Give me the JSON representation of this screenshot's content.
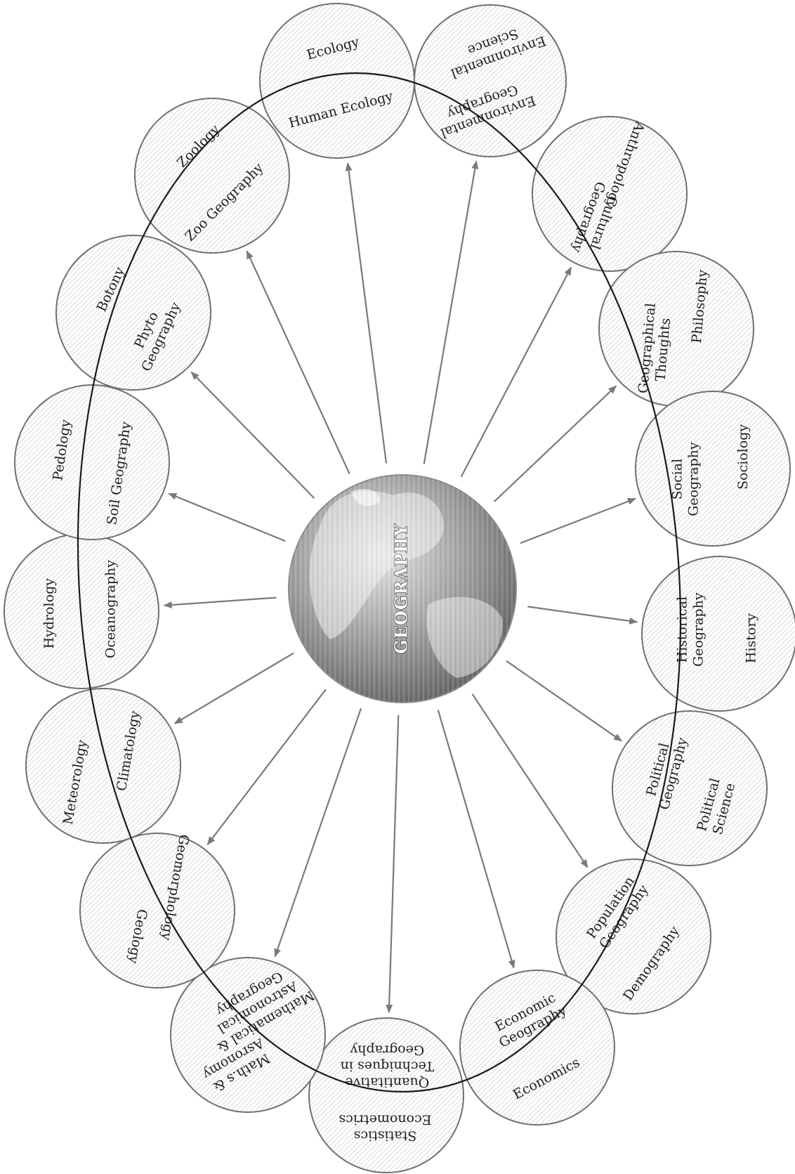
{
  "diagram": {
    "center_label": "GEOGRAPHY",
    "colors": {
      "circle_stroke": "#707070",
      "hatch": "#bdbdbd",
      "arrow": "#7a7a7a",
      "ellipse": "#1a1a1a"
    },
    "nodes": [
      {
        "id": "ecology",
        "outer": "Ecology",
        "inner": "Human Ecology"
      },
      {
        "id": "environmental",
        "outer": "Environmental Science",
        "inner": "Environmental Geography"
      },
      {
        "id": "anthropology",
        "outer": "Anthropology",
        "inner": "Cultural Geography"
      },
      {
        "id": "philosophy",
        "outer": "Philosophy",
        "inner": "Geographical Thoughts"
      },
      {
        "id": "sociology",
        "outer": "Sociology",
        "inner": "Social Geography"
      },
      {
        "id": "history",
        "outer": "History",
        "inner": "Historical Geography"
      },
      {
        "id": "political",
        "outer": "Political Science",
        "inner": "Political Geography"
      },
      {
        "id": "demography",
        "outer": "Demography",
        "inner": "Population Geography"
      },
      {
        "id": "economics",
        "outer": "Economics",
        "inner": "Economic Geography"
      },
      {
        "id": "statistics",
        "outer": "Statistics Econometrics",
        "inner": "Quantitative Techniques in Geography"
      },
      {
        "id": "maths",
        "outer": "Math.s & Asronomy",
        "inner": "Mathematical & Astronomical Geography"
      },
      {
        "id": "geology",
        "outer": "Geology",
        "inner": "Geomorphology"
      },
      {
        "id": "meteorology",
        "outer": "Meteorology",
        "inner": "Climatology"
      },
      {
        "id": "hydrology",
        "outer": "Hydrology",
        "inner": "Oceanography"
      },
      {
        "id": "pedology",
        "outer": "Pedology",
        "inner": "Soil Geography"
      },
      {
        "id": "botony",
        "outer": "Botony",
        "inner": "Phyto Geography"
      },
      {
        "id": "zoology",
        "outer": "Zoology",
        "inner": "Zoo Geography"
      }
    ]
  }
}
